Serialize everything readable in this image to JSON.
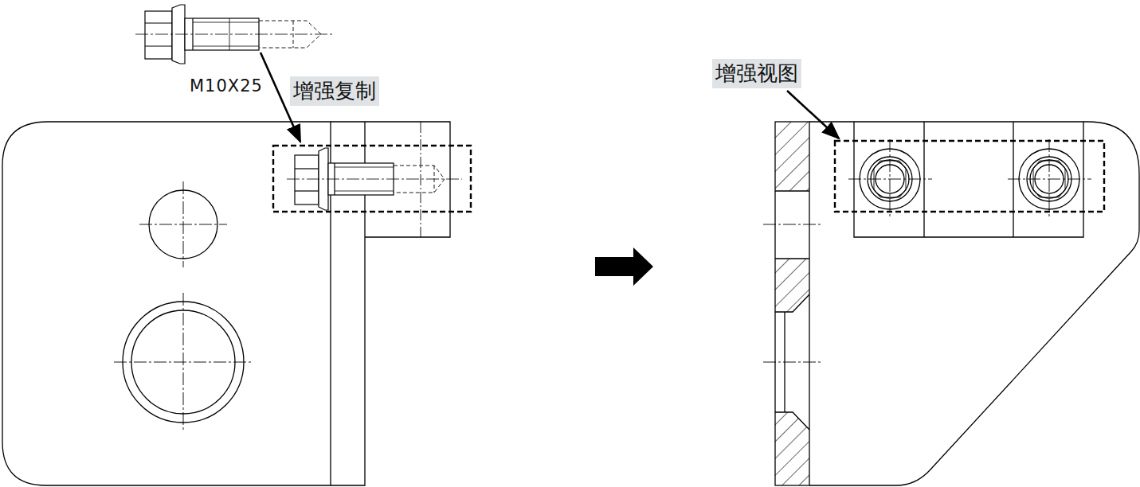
{
  "diagram": {
    "labels": [
      "M10X25",
      "增强复制",
      "增强视图"
    ]
  }
}
